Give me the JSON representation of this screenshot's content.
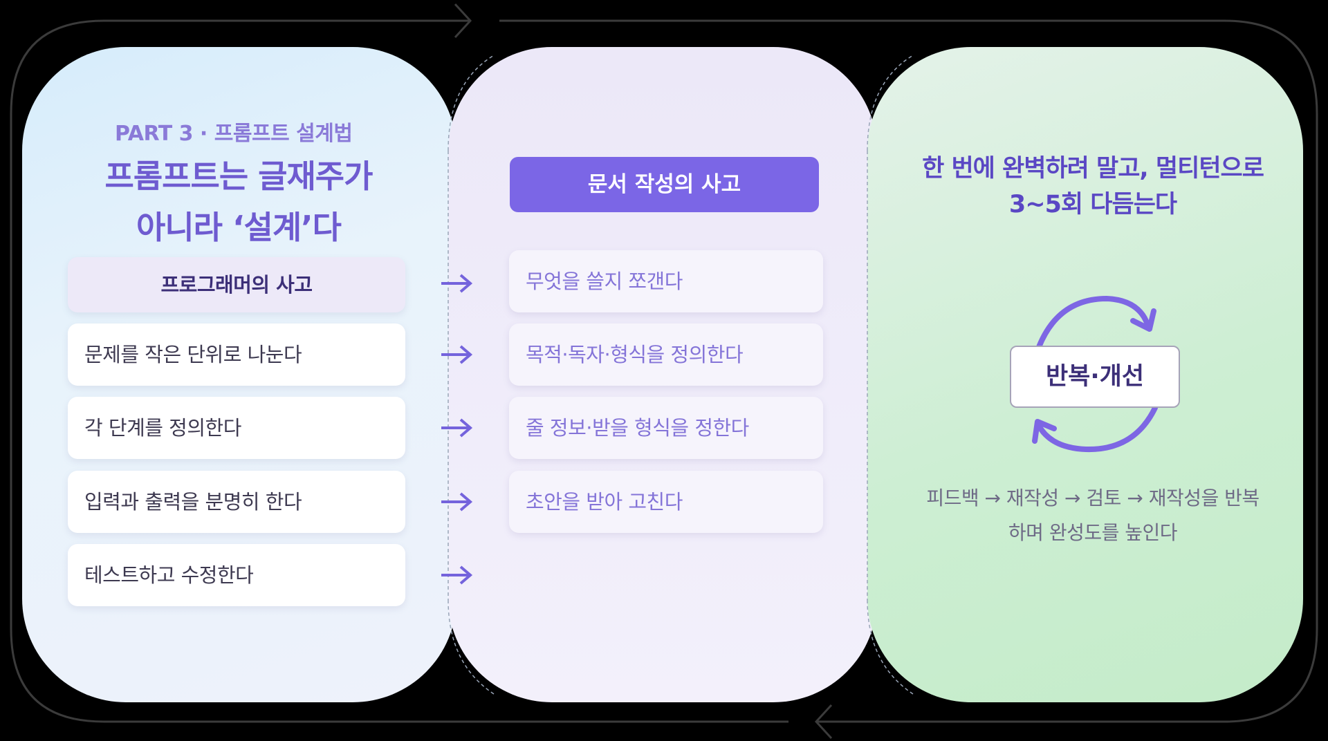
{
  "left_panel": {
    "part_label": "PART 3 · 프롬프트 설계법",
    "title": "프롬프트는 글재주가 아니라 ‘설계’다",
    "header": "프로그래머의 사고",
    "items": [
      "문제를 작은 단위로 나눈다",
      "각 단계를 정의한다",
      "입력과 출력을 분명히 한다",
      "테스트하고 수정한다"
    ]
  },
  "middle_panel": {
    "header": "문서 작성의 사고",
    "items": [
      "무엇을 쓸지 쪼갠다",
      "목적·독자·형식을 정의한다",
      "줄 정보·받을 형식을 정한다",
      "초안을 받아 고친다"
    ]
  },
  "right_panel": {
    "title": "한 번에 완벽하려 말고, 멀티턴으로 3~5회 다듬는다",
    "cycle_label": "반복·개선",
    "description": "피드백 → 재작성 → 검토 → 재작성을 반복하며 완성도를 높인다"
  },
  "colors": {
    "accent": "#7b66e6",
    "accent_text": "#6e5bd0",
    "arrow": "#7463dc",
    "outline": "#3a3a3a"
  },
  "icons": {
    "connector": "right-arrow-icon",
    "cycle": "refresh-cycle-icon"
  }
}
